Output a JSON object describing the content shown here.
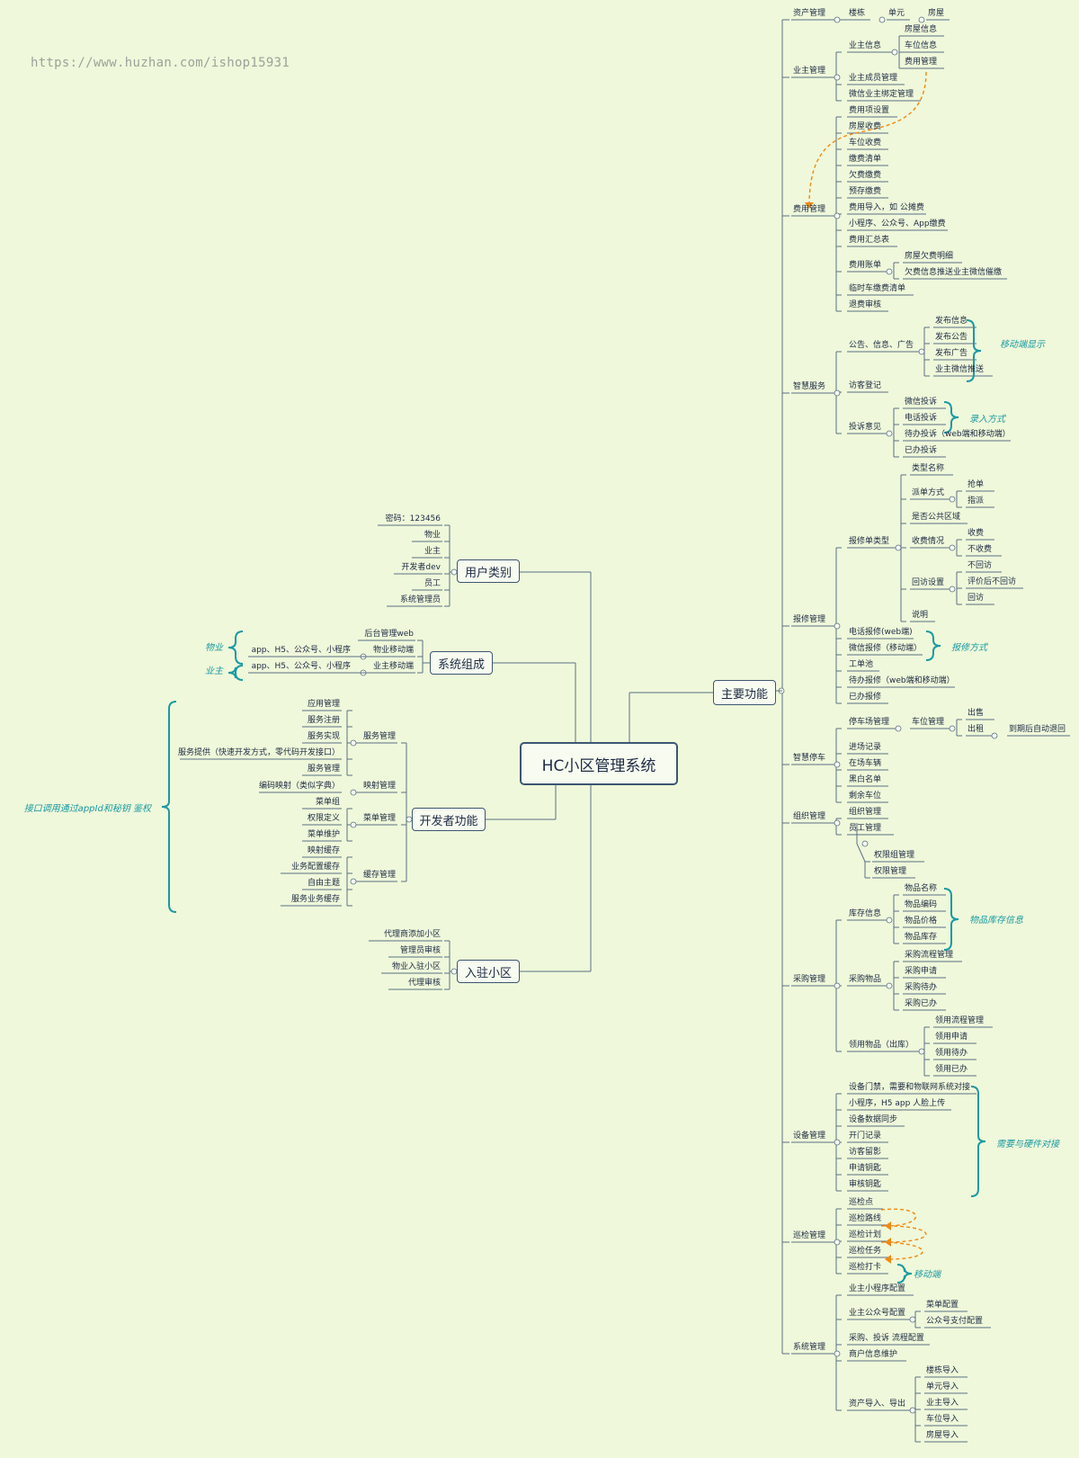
{
  "watermark": "https://www.huzhan.com/ishop15931",
  "root": "HC小区管理系统",
  "branches": {
    "main": "主要功能",
    "user_types": "用户类别",
    "system": "系统组成",
    "dev": "开发者功能",
    "join": "入驻小区"
  },
  "notes": {
    "mobile_display": "移动端显示",
    "input_mode": "录入方式",
    "repair_mode": "报修方式",
    "goods_info": "物品库存信息",
    "hardware": "需要与硬件对接",
    "mobile_end": "移动端",
    "wuye": "物业",
    "yezhu": "业主",
    "api": "接口调用通过appId和秘钥 鉴权"
  },
  "colors": {
    "background": "#eff8da",
    "line": "#5b6f86",
    "box_border": "#3d5672",
    "orange": "#ef8a12",
    "teal": "#1a9aa3"
  },
  "right_tree": [
    {
      "id": "zcgl",
      "label": "资产管理"
    },
    {
      "id": "ld",
      "label": "楼栋"
    },
    {
      "id": "dy",
      "label": "单元"
    },
    {
      "id": "fw",
      "label": "房屋"
    },
    {
      "id": "yzgl",
      "label": "业主管理"
    },
    {
      "id": "yzxx",
      "label": "业主信息"
    },
    {
      "id": "fwxx",
      "label": "房屋信息"
    },
    {
      "id": "cwxx",
      "label": "车位信息"
    },
    {
      "id": "fygl0",
      "label": "费用管理"
    },
    {
      "id": "yzcy",
      "label": "业主成员管理"
    },
    {
      "id": "wxbd",
      "label": "微信业主绑定管理"
    },
    {
      "id": "fygl",
      "label": "费用管理"
    },
    {
      "id": "fyxsz",
      "label": "费用项设置"
    },
    {
      "id": "fwsf",
      "label": "房屋收费"
    },
    {
      "id": "cwsf",
      "label": "车位收费"
    },
    {
      "id": "jfqd",
      "label": "缴费清单"
    },
    {
      "id": "qfjf",
      "label": "欠费缴费"
    },
    {
      "id": "yccf",
      "label": "预存缴费"
    },
    {
      "id": "fydr",
      "label": "费用导入，如 公摊费"
    },
    {
      "id": "xcx",
      "label": "小程序、公众号、App缴费"
    },
    {
      "id": "fyhz",
      "label": "费用汇总表"
    },
    {
      "id": "fyzd",
      "label": "费用账单"
    },
    {
      "id": "fwqf",
      "label": "房屋欠费明细"
    },
    {
      "id": "qfts",
      "label": "欠费信息推送业主微信催缴"
    },
    {
      "id": "lscjf",
      "label": "临时车缴费清单"
    },
    {
      "id": "tfsh",
      "label": "退费审核"
    },
    {
      "id": "zhfw",
      "label": "智慧服务"
    },
    {
      "id": "ggxx",
      "label": "公告、信息、广告"
    },
    {
      "id": "fbxx",
      "label": "发布信息"
    },
    {
      "id": "fbgg",
      "label": "发布公告"
    },
    {
      "id": "fbgg2",
      "label": "发布广告"
    },
    {
      "id": "yzwx",
      "label": "业主微信推送"
    },
    {
      "id": "fkdj",
      "label": "访客登记"
    },
    {
      "id": "tsyj",
      "label": "投诉意见"
    },
    {
      "id": "wxts",
      "label": "微信投诉"
    },
    {
      "id": "dhts",
      "label": "电话投诉"
    },
    {
      "id": "dbts",
      "label": "待办投诉（web端和移动端）"
    },
    {
      "id": "ybts",
      "label": "已办投诉"
    },
    {
      "id": "bxgl",
      "label": "报修管理"
    },
    {
      "id": "bxdlx",
      "label": "报修单类型"
    },
    {
      "id": "lxmc",
      "label": "类型名称"
    },
    {
      "id": "pdfs",
      "label": "派单方式"
    },
    {
      "id": "qd",
      "label": "抢单"
    },
    {
      "id": "zp",
      "label": "指派"
    },
    {
      "id": "sfgg",
      "label": "是否公共区域"
    },
    {
      "id": "sfqk",
      "label": "收费情况"
    },
    {
      "id": "sf",
      "label": "收费"
    },
    {
      "id": "bsf",
      "label": "不收费"
    },
    {
      "id": "hfsz",
      "label": "回访设置"
    },
    {
      "id": "bhf",
      "label": "不回访"
    },
    {
      "id": "pjhbhf",
      "label": "评价后不回访"
    },
    {
      "id": "hf",
      "label": "回访"
    },
    {
      "id": "sm",
      "label": "说明"
    },
    {
      "id": "dhbx",
      "label": "电话报修(web端)"
    },
    {
      "id": "wxbx",
      "label": "微信报修（移动端）"
    },
    {
      "id": "gdc",
      "label": "工单池"
    },
    {
      "id": "dbbx",
      "label": "待办报修（web端和移动端）"
    },
    {
      "id": "ybbx",
      "label": "已办报修"
    },
    {
      "id": "zhtc",
      "label": "智慧停车"
    },
    {
      "id": "tccgl",
      "label": "停车场管理"
    },
    {
      "id": "cwgl",
      "label": "车位管理"
    },
    {
      "id": "cs",
      "label": "出售"
    },
    {
      "id": "cz",
      "label": "出租"
    },
    {
      "id": "dqht",
      "label": "到期后自动退回"
    },
    {
      "id": "jcjl",
      "label": "进场记录"
    },
    {
      "id": "zccl",
      "label": "在场车辆"
    },
    {
      "id": "hmd",
      "label": "黑白名单"
    },
    {
      "id": "sycw",
      "label": "剩余车位"
    },
    {
      "id": "zzgl",
      "label": "组织管理"
    },
    {
      "id": "zzgl2",
      "label": "组织管理"
    },
    {
      "id": "yggl",
      "label": "员工管理"
    },
    {
      "id": "qxzgl",
      "label": "权限组管理"
    },
    {
      "id": "qxgl",
      "label": "权限管理"
    },
    {
      "id": "cggl",
      "label": "采购管理"
    },
    {
      "id": "kcxx",
      "label": "库存信息"
    },
    {
      "id": "wpmc",
      "label": "物品名称"
    },
    {
      "id": "wpbm",
      "label": "物品编码"
    },
    {
      "id": "wpjg",
      "label": "物品价格"
    },
    {
      "id": "wpkc",
      "label": "物品库存"
    },
    {
      "id": "cgwp",
      "label": "采购物品"
    },
    {
      "id": "cglc",
      "label": "采购流程管理"
    },
    {
      "id": "cgsq",
      "label": "采购申请"
    },
    {
      "id": "cgdb",
      "label": "采购待办"
    },
    {
      "id": "cgyb",
      "label": "采购已办"
    },
    {
      "id": "lywp",
      "label": "领用物品（出库）"
    },
    {
      "id": "lylc",
      "label": "领用流程管理"
    },
    {
      "id": "lysq",
      "label": "领用申请"
    },
    {
      "id": "lydb",
      "label": "领用待办"
    },
    {
      "id": "lyyb",
      "label": "领用已办"
    },
    {
      "id": "sbgl",
      "label": "设备管理"
    },
    {
      "id": "sbmj",
      "label": "设备门禁，需要和物联网系统对接"
    },
    {
      "id": "rlsc",
      "label": "小程序，H5 app 人脸上传"
    },
    {
      "id": "sbtb",
      "label": "设备数据同步"
    },
    {
      "id": "kmjl",
      "label": "开门记录"
    },
    {
      "id": "fkly",
      "label": "访客留影"
    },
    {
      "id": "sqys",
      "label": "申请钥匙"
    },
    {
      "id": "shys",
      "label": "审核钥匙"
    },
    {
      "id": "xjgl",
      "label": "巡检管理"
    },
    {
      "id": "xjd",
      "label": "巡检点"
    },
    {
      "id": "xjlx",
      "label": "巡检路线"
    },
    {
      "id": "xjjh",
      "label": "巡检计划"
    },
    {
      "id": "xjrw",
      "label": "巡检任务"
    },
    {
      "id": "xjdk",
      "label": "巡检打卡"
    },
    {
      "id": "xtgl",
      "label": "系统管理"
    },
    {
      "id": "yzxcx",
      "label": "业主小程序配置"
    },
    {
      "id": "yzgzh",
      "label": "业主公众号配置"
    },
    {
      "id": "cdpz",
      "label": "菜单配置"
    },
    {
      "id": "gzhzf",
      "label": "公众号支付配置"
    },
    {
      "id": "cgtslc",
      "label": "采购、投诉 流程配置"
    },
    {
      "id": "shxx",
      "label": "商户信息维护"
    },
    {
      "id": "zcdr",
      "label": "资产导入、导出"
    },
    {
      "id": "lddr",
      "label": "楼栋导入"
    },
    {
      "id": "dydr",
      "label": "单元导入"
    },
    {
      "id": "yzdr",
      "label": "业主导入"
    },
    {
      "id": "cwdr",
      "label": "车位导入"
    },
    {
      "id": "fwdr",
      "label": "房屋导入"
    }
  ],
  "left_tree": [
    {
      "id": "mm",
      "label": "密码：123456"
    },
    {
      "id": "u_wy",
      "label": "物业"
    },
    {
      "id": "u_yz",
      "label": "业主"
    },
    {
      "id": "u_dev",
      "label": "开发者dev"
    },
    {
      "id": "u_yg",
      "label": "员工"
    },
    {
      "id": "u_xt",
      "label": "系统管理员"
    },
    {
      "id": "s_ht",
      "label": "后台管理web"
    },
    {
      "id": "s_app1",
      "label": "app、H5、公众号、小程序"
    },
    {
      "id": "s_wy",
      "label": "物业移动端"
    },
    {
      "id": "s_app2",
      "label": "app、H5、公众号、小程序"
    },
    {
      "id": "s_yz",
      "label": "业主移动端"
    },
    {
      "id": "d_fw",
      "label": "服务管理"
    },
    {
      "id": "d_yy",
      "label": "应用管理"
    },
    {
      "id": "d_zc",
      "label": "服务注册"
    },
    {
      "id": "d_sx",
      "label": "服务实现"
    },
    {
      "id": "d_tg",
      "label": "服务提供（快速开发方式，零代码开发接口）"
    },
    {
      "id": "d_fw2",
      "label": "服务管理"
    },
    {
      "id": "d_ys",
      "label": "映射管理"
    },
    {
      "id": "d_bm",
      "label": "编码映射（类似字典）"
    },
    {
      "id": "d_cd",
      "label": "菜单管理"
    },
    {
      "id": "d_cdz",
      "label": "菜单组"
    },
    {
      "id": "d_qx",
      "label": "权限定义"
    },
    {
      "id": "d_cdwh",
      "label": "菜单维护"
    },
    {
      "id": "d_hc",
      "label": "缓存管理"
    },
    {
      "id": "d_yshc",
      "label": "映射缓存"
    },
    {
      "id": "d_ywhc",
      "label": "业务配置缓存"
    },
    {
      "id": "d_zyzt",
      "label": "自由主题"
    },
    {
      "id": "d_fwhc",
      "label": "服务业务缓存"
    },
    {
      "id": "j_dl",
      "label": "代理商添加小区"
    },
    {
      "id": "j_gly",
      "label": "管理员审核"
    },
    {
      "id": "j_wy",
      "label": "物业入驻小区"
    },
    {
      "id": "j_dlsh",
      "label": "代理审核"
    }
  ]
}
